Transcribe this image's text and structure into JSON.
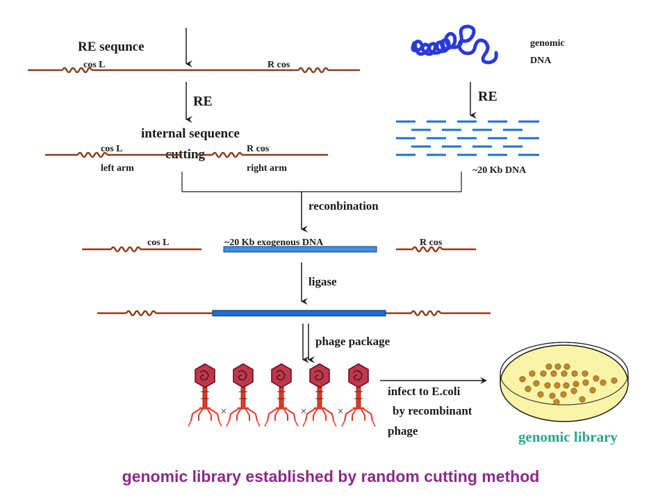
{
  "colors": {
    "vector_line": "#8b3a1a",
    "dna_blue": "#1a6fd6",
    "insert_blue": "#3d8fe0",
    "genomic_blob": "#2a3ad8",
    "phage_head": "#c0364a",
    "phage_tail": "#e03a2a",
    "plate_fill": "#fbf3a8",
    "colony": "#c08a2a",
    "genomic_library_text": "#2aa48a",
    "footer_text": "#8a2a8a"
  },
  "labels": {
    "re_sequence": "RE sequnce",
    "cos_l_top": "cos L",
    "r_cos_top": "R cos",
    "genomic_dna_line1": "genomic",
    "genomic_dna_line2": "DNA",
    "re_left": "RE",
    "re_right": "RE",
    "internal_sequence": "internal sequence",
    "cutting": "cutting",
    "cos_l_arm": "cos L",
    "left_arm": "left arm",
    "r_cos_arm": "R cos",
    "right_arm": "right arm",
    "kb_dna": "~20 Kb DNA",
    "reconbination": "reconbination",
    "cos_l_mid": "cos L",
    "exogenous_dna": "~20 Kb exogenous DNA",
    "r_cos_mid": "R cos",
    "ligase": "ligase",
    "phage_package": "phage package",
    "infect_line1": "infect to E.coli",
    "infect_line2": "by recombinant",
    "infect_line3": "phage",
    "genomic_library": "genomic library",
    "footer_title": "genomic library established by random cutting method"
  }
}
